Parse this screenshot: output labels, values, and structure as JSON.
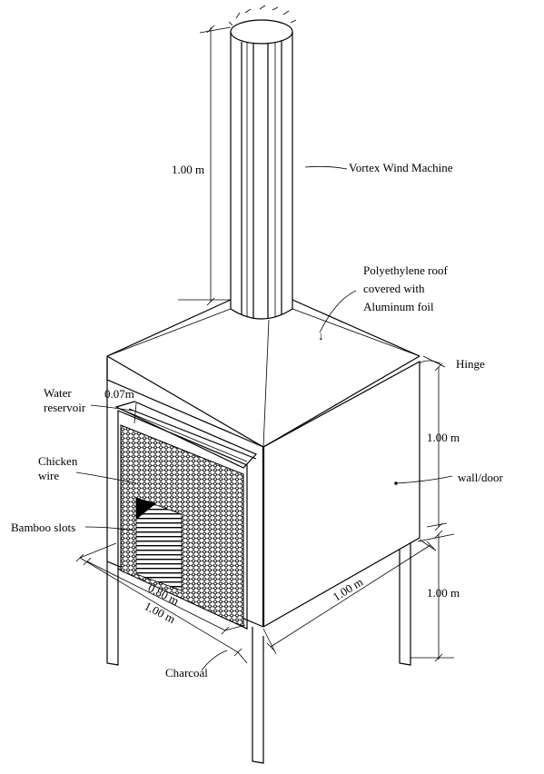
{
  "diagram": {
    "labels": {
      "vortex": "Vortex Wind Machine",
      "roof_line1": "Polyethylene roof",
      "roof_line2": "covered with",
      "roof_line3": "Aluminum foil",
      "hinge": "Hinge",
      "water_line1": "Water",
      "water_line2": "reservoir",
      "chicken_line1": "Chicken",
      "chicken_line2": "wire",
      "bamboo": "Bamboo  slots",
      "wall_door": "wall/door",
      "charcoal": "Charcoal"
    },
    "dimensions": {
      "chimney_height": "1.00 m",
      "wall_height": "1.00 m",
      "leg_height": "1.00 m",
      "side_depth": "1.00 m",
      "front_inner_width": "0.80 m",
      "front_width": "1.00 m"
    }
  }
}
